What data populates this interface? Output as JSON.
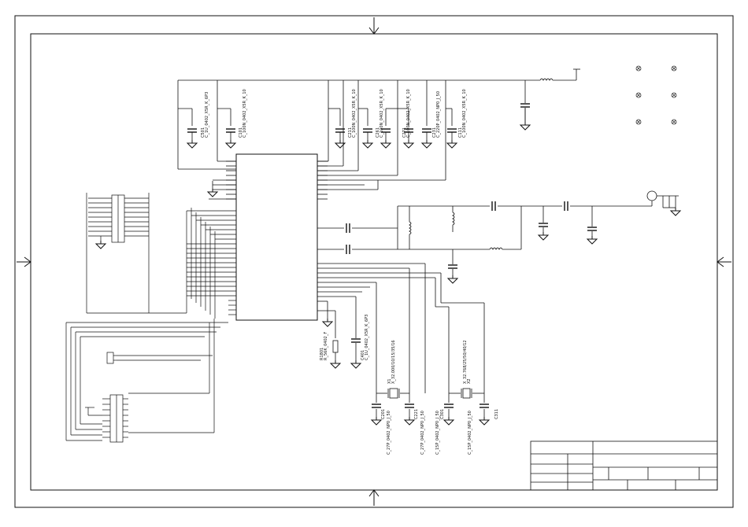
{
  "components": [
    {
      "ref": "C501",
      "value": "C_1U_0402_X5R_K_6P3"
    },
    {
      "ref": "C101",
      "value": "C_100N_0402_X5R_K_10"
    },
    {
      "ref": "C211",
      "value": "C_100N_0402_X5R_K_10"
    },
    {
      "ref": "C261",
      "value": "C_100N_0402_X5R_K_10"
    },
    {
      "ref": "C271",
      "value": "C_100N_0402_X5R_K_10"
    },
    {
      "ref": "C231",
      "value": "C_220P_0402_NP0_J_50"
    },
    {
      "ref": "C111",
      "value": "C_100N_0402_X5R_K_10"
    },
    {
      "ref": "R1801",
      "value": "R_56K_0402_F"
    },
    {
      "ref": "C401",
      "value": "C_1U_0402_X5R_K_6P3"
    },
    {
      "ref": "X1",
      "value": "X_32.000/10/15/35/16"
    },
    {
      "ref": "C201",
      "value": "C_27P_0402_NP0_J_50"
    },
    {
      "ref": "C221",
      "value": "C_27P_0402_NP0_J_50"
    },
    {
      "ref": "C301",
      "value": "C_15P_0402_NP0_J_50"
    },
    {
      "ref": "X2",
      "value": "X_32.768/25/50/40/12"
    },
    {
      "ref": "C311",
      "value": "C_15P_0402_NP0_J_50"
    }
  ]
}
